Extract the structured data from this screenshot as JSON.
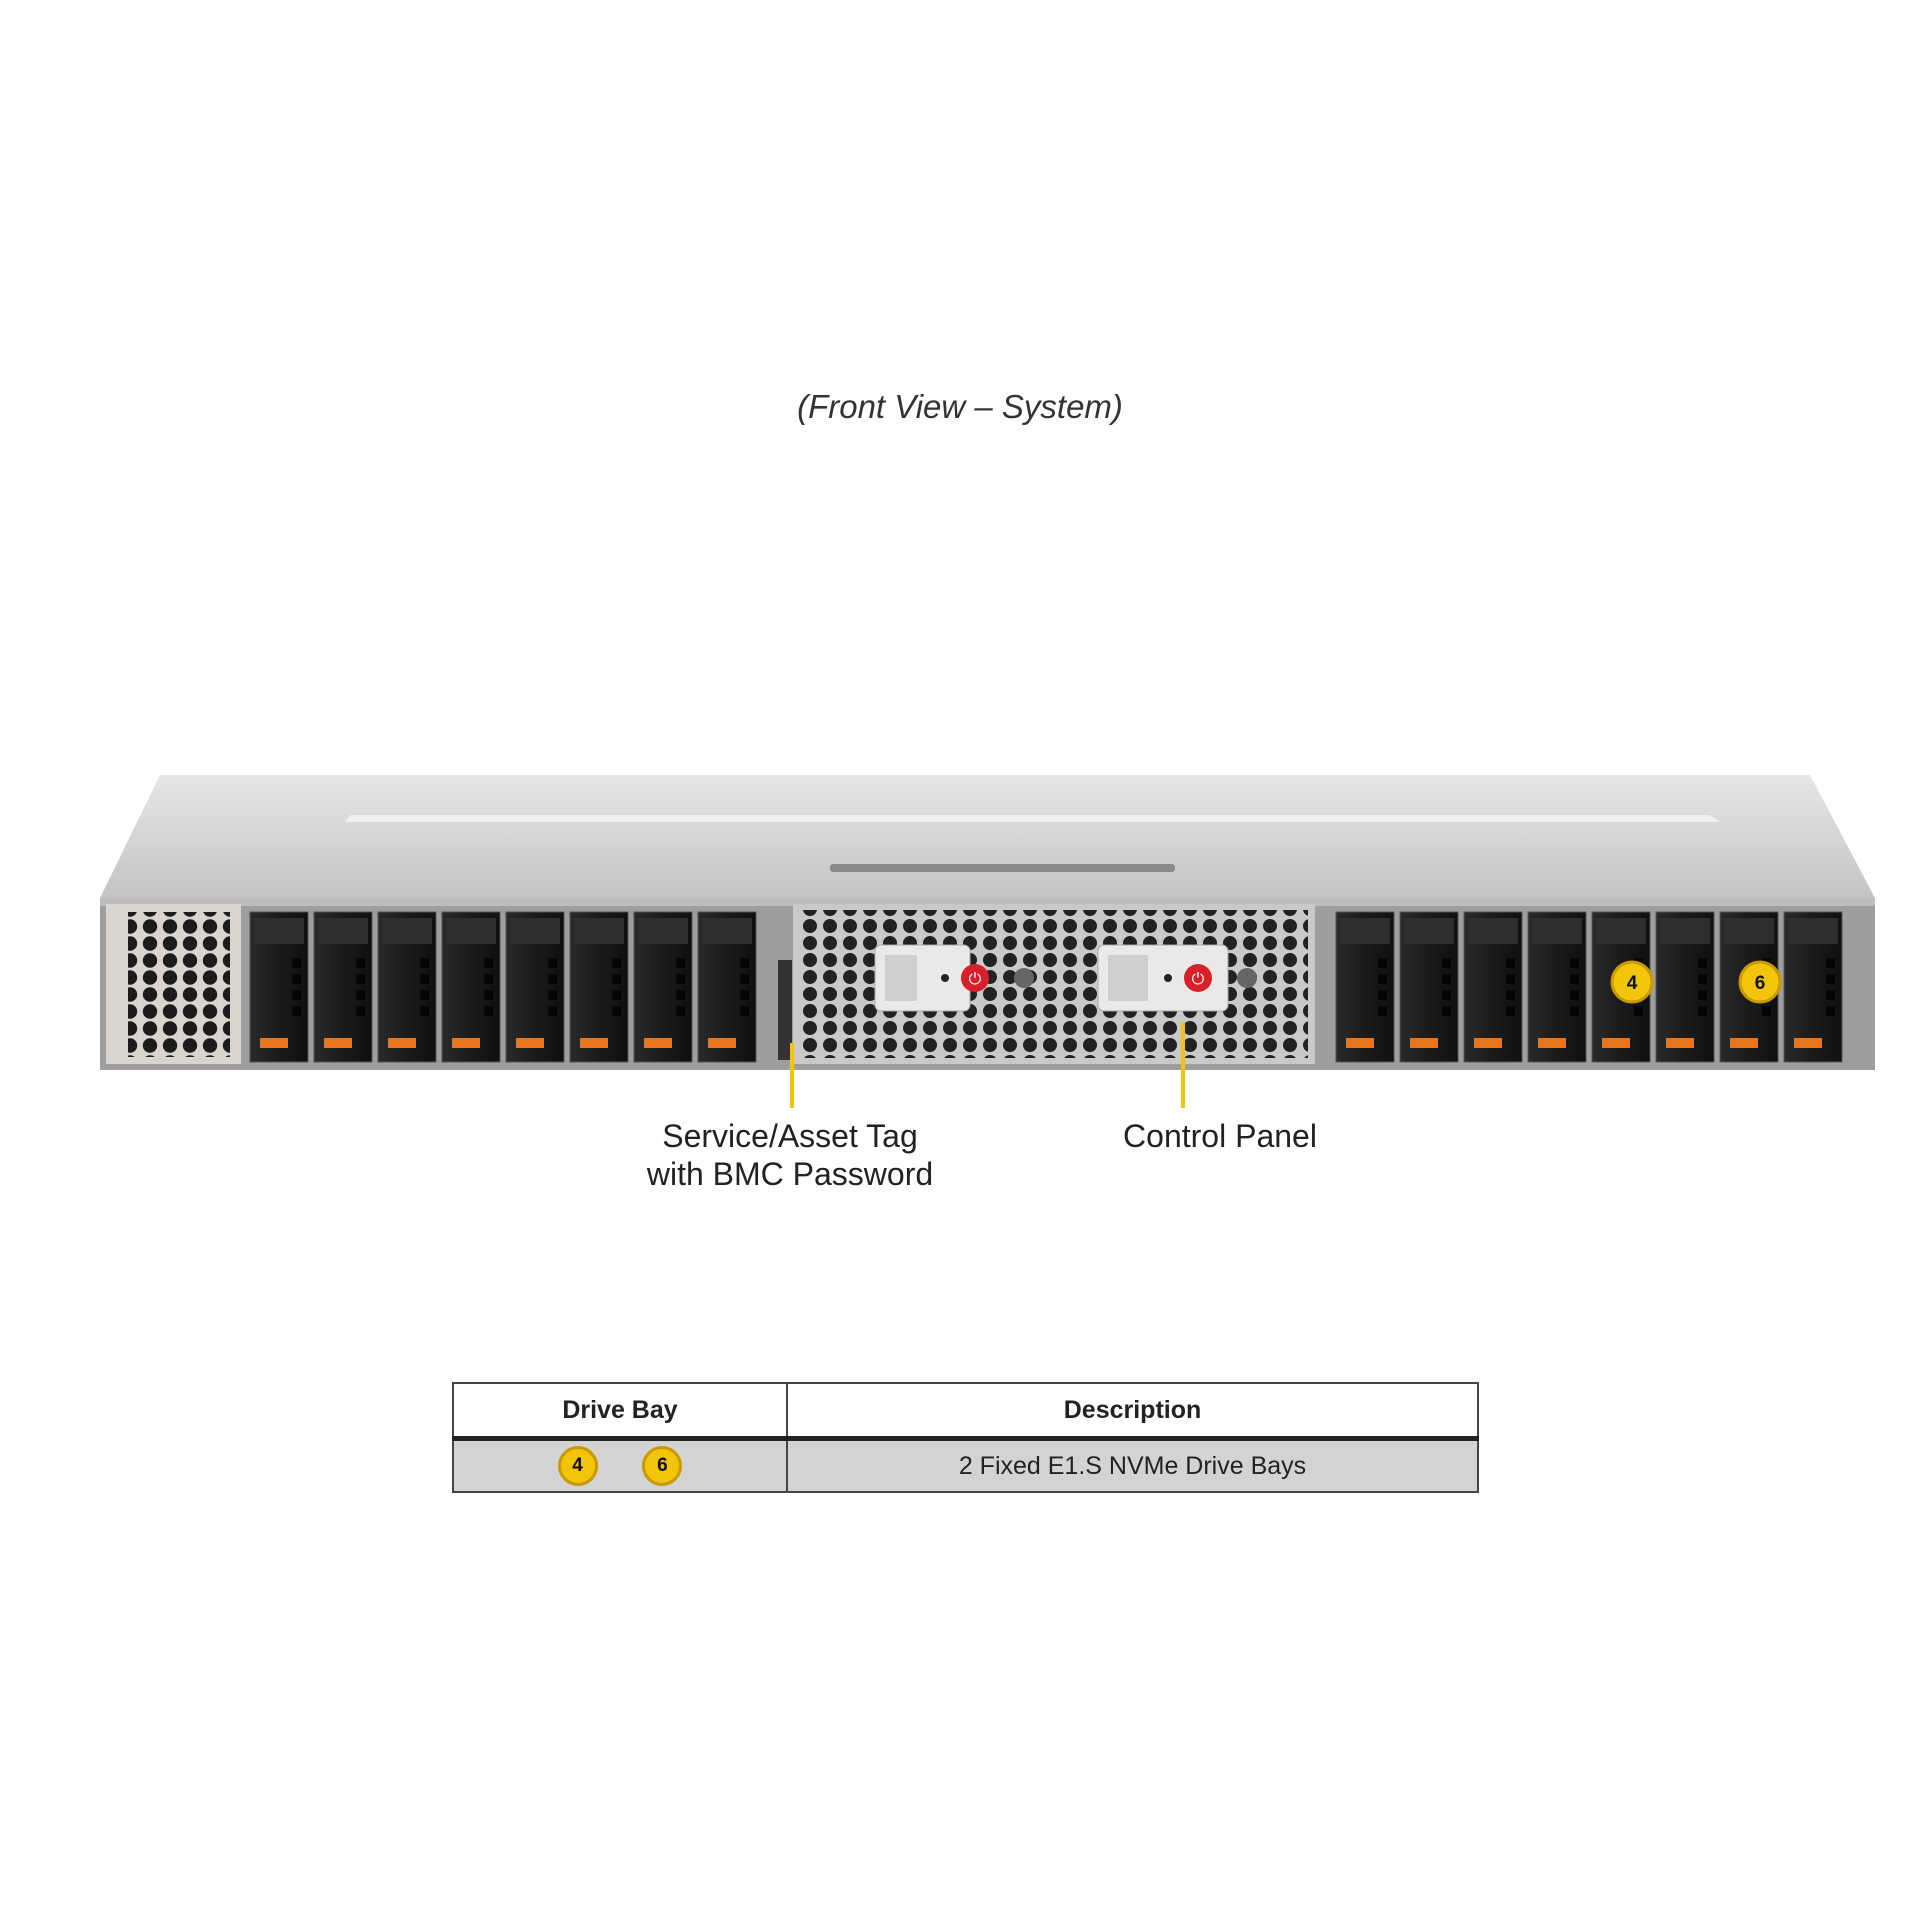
{
  "title": "(Front View – System)",
  "callouts": {
    "service_tag_line1": "Service/Asset Tag",
    "service_tag_line2": "with BMC Password",
    "control_panel": "Control Panel"
  },
  "badges_on_image": [
    "4",
    "6"
  ],
  "table": {
    "headers": [
      "Drive Bay",
      "Description"
    ],
    "rows": [
      {
        "bays": [
          "4",
          "6"
        ],
        "description": "2 Fixed E1.S NVMe Drive Bays"
      }
    ]
  },
  "colors": {
    "badge": "#f2c40a",
    "callout_line": "#f2c40a",
    "drive_tab": "#e8741c",
    "power_button": "#d8202a",
    "chassis": "#c8c8c8"
  }
}
